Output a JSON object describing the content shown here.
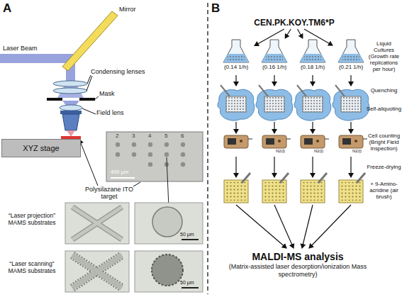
{
  "diagram": {
    "nodes": [
      {
        "text": [
          "XYZ stage"
        ]
      },
      {
        "text": [
          "CEN.PK.KOY.TM6*P"
        ]
      },
      {
        "text": [
          "(0.14 1/h)"
        ]
      },
      {
        "text": [
          "(0.16 1/h)"
        ]
      },
      {
        "text": [
          "(0.18 1/h)"
        ]
      },
      {
        "text": [
          "(0.21 1/h)"
        ]
      },
      {
        "text": [
          "MALDI-MS analysis",
          "(Matrix-assisted laser desorption/ionization Mass spectrometry)"
        ]
      }
    ],
    "edges": [
      {
        "from": 1,
        "to": 2,
        "arrow": "to"
      },
      {
        "from": 1,
        "to": 3,
        "arrow": "to"
      },
      {
        "from": 1,
        "to": 4,
        "arrow": "to"
      },
      {
        "from": 1,
        "to": 5,
        "arrow": "to"
      }
    ],
    "labels": [
      "A",
      "Mirror",
      "Laser Beam",
      "Condensing lenses",
      "Mask",
      "Field lens",
      "2",
      "3",
      "4",
      "5",
      "6",
      "400 µm",
      "Polysilazane ITO target",
      "“Laser projection” MAMS substrates",
      "50 µm",
      "“Laser scanning” MAMS substrates",
      "50 µm",
      "B",
      "Liquid Cultures (Growth rate replications per hour)",
      "Quenching",
      "Self-aliquoting",
      "Cell counting (Bright Field Inspection)",
      "N2(l)",
      "N2(l)",
      "N2(l)",
      "Freeze-drying",
      "+ 9-Amino-acridine (air brush)"
    ]
  }
}
